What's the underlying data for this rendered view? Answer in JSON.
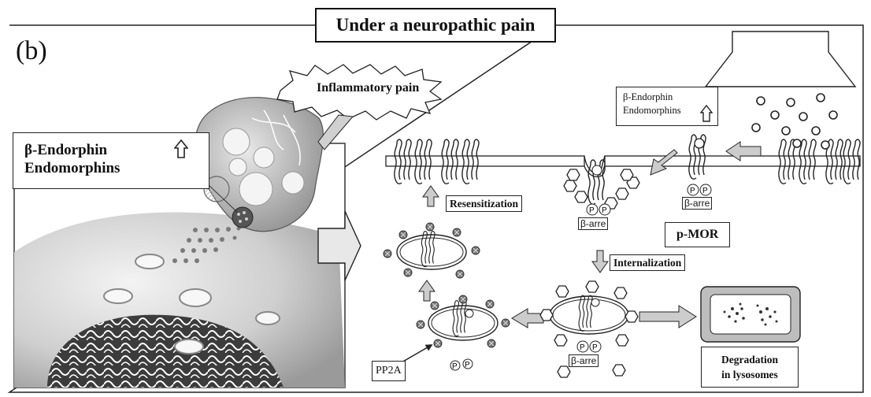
{
  "title": "Under a neuropathic pain",
  "panel_label": "(b)",
  "left_box": {
    "line1": "β-Endorphin",
    "line2": "Endomorphins"
  },
  "right_box": {
    "line1": "β-Endorphin",
    "line2": "Endomorphins"
  },
  "inflammatory_label": "Inflammatory pain",
  "resensitization_label": "Resensitization",
  "internalization_label": "Internalization",
  "pmor_label": "p-MOR",
  "pp2a_label": "PP2A",
  "degradation_label": {
    "line1": "Degradation",
    "line2": "in lysosomes"
  },
  "arrestin_label": "β-arre",
  "phospho_symbol": "P",
  "colors": {
    "line": "#222222",
    "fill_gray": "#cfcfcf",
    "dark_gray": "#777777",
    "background": "#ffffff"
  },
  "icons": [
    "up-arrow-icon",
    "block-arrow-icon",
    "starburst-icon",
    "receptor-icon",
    "vesicle-icon",
    "lysosome-icon",
    "hexagon-ligand-icon"
  ]
}
